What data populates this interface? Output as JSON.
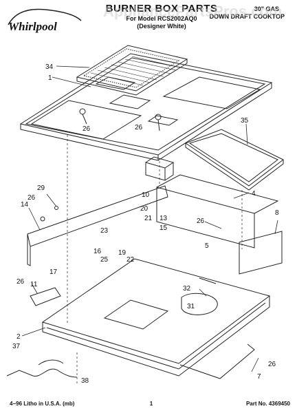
{
  "header": {
    "brand": "Whirlpool",
    "title": "BURNER BOX PARTS",
    "model_line": "For Model RCS2002AQ0",
    "variant": "(Designer White)",
    "spec_line_1": "30\" GAS",
    "spec_line_2": "DOWN DRAFT COOKTOP"
  },
  "footer": {
    "left": "4−96 Litho in U.S.A. (mb)",
    "page": "1",
    "part_no": "Part No. 4369450"
  },
  "callouts": {
    "c34": "34",
    "c1": "1",
    "c26a": "26",
    "c26b": "26",
    "c35": "35",
    "c10": "10",
    "c4": "4",
    "c29": "29",
    "c26c": "26",
    "c14": "14",
    "c20": "20",
    "c23": "23",
    "c21": "21",
    "c13": "13",
    "c26d": "26",
    "c8": "8",
    "c15": "15",
    "c5": "5",
    "c16": "16",
    "c17": "17",
    "c25": "25",
    "c19": "19",
    "c22": "22",
    "c26e": "26",
    "c11": "11",
    "c32": "32",
    "c31": "31",
    "c2": "2",
    "c37": "37",
    "c26f": "26",
    "c7": "7",
    "c38": "38"
  },
  "colors": {
    "line": "#222222",
    "watermark": "#c8c8c8"
  },
  "watermark": "AppliancePartsPros.com"
}
